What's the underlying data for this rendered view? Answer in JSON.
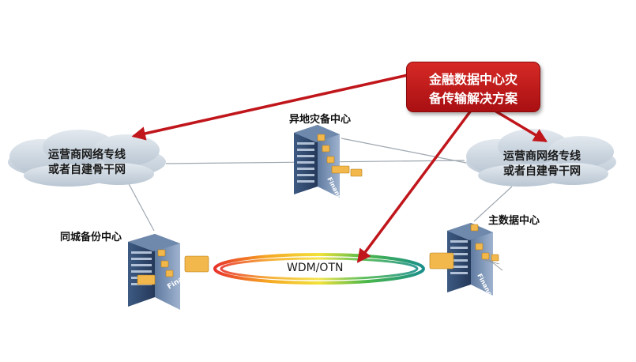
{
  "title": {
    "line1": "金融数据中心灾",
    "line2": "备传输解决方案",
    "bg_color": "#c01a1c"
  },
  "clouds": {
    "left": {
      "line1": "运营商网络专线",
      "line2": "或者自建骨干网"
    },
    "right": {
      "line1": "运营商网络专线",
      "line2": "或者自建骨干网"
    }
  },
  "sites": {
    "remote_dr": "异地灾备中心",
    "main_dc": "主数据中心",
    "city_backup": "同城备份中心"
  },
  "ring": {
    "label": "WDM/OTN"
  },
  "building_sign": "Finance",
  "colors": {
    "arrow": "#c0161b",
    "cloud": "#c9d4df",
    "building": "#2f4a6e",
    "device": "#f2b84b"
  }
}
